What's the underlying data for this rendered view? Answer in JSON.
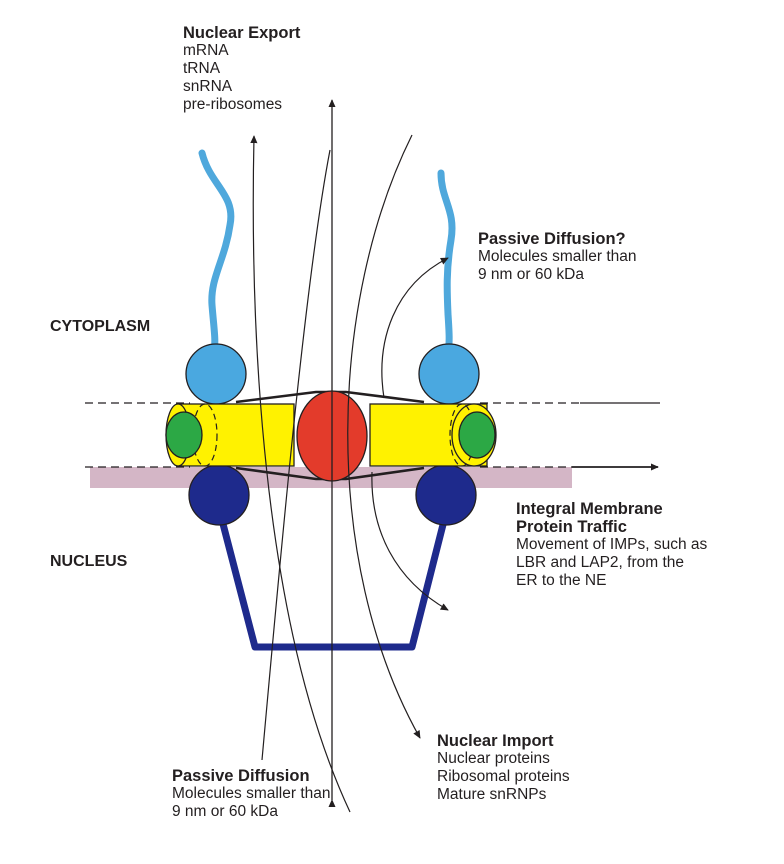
{
  "labels": {
    "nuclear_export": {
      "title": "Nuclear Export",
      "items": [
        "mRNA",
        "tRNA",
        "snRNA",
        "pre-ribosomes"
      ]
    },
    "passive_diffusion_top": {
      "title": "Passive Diffusion?",
      "items": [
        "Molecules smaller than",
        "9 nm or 60 kDa"
      ]
    },
    "cytoplasm": "CYTOPLASM",
    "integral_membrane": {
      "title_line1": "Integral Membrane",
      "title_line2": "Protein Traffic",
      "items": [
        "Movement of IMPs, such as",
        "LBR and LAP2, from the",
        "ER to the NE"
      ]
    },
    "nucleus": "NUCLEUS",
    "nuclear_import": {
      "title": "Nuclear Import",
      "items": [
        "Nuclear proteins",
        "Ribosomal proteins",
        "Mature snRNPs"
      ]
    },
    "passive_diffusion_bottom": {
      "title": "Passive Diffusion",
      "items": [
        "Molecules smaller than",
        "9 nm or 60 kDa"
      ]
    }
  },
  "colors": {
    "filament_light_blue": "#4fa8dc",
    "cytoplasmic_ring": "#4aa8e0",
    "nuclear_ring": "#1e2a8c",
    "basket": "#1e2a8c",
    "spoke_yellow": "#fff200",
    "green_ring": "#2ca845",
    "central_plug": "#e33b2b",
    "membrane_band": "#d4b6c6",
    "line": "#231f20"
  }
}
